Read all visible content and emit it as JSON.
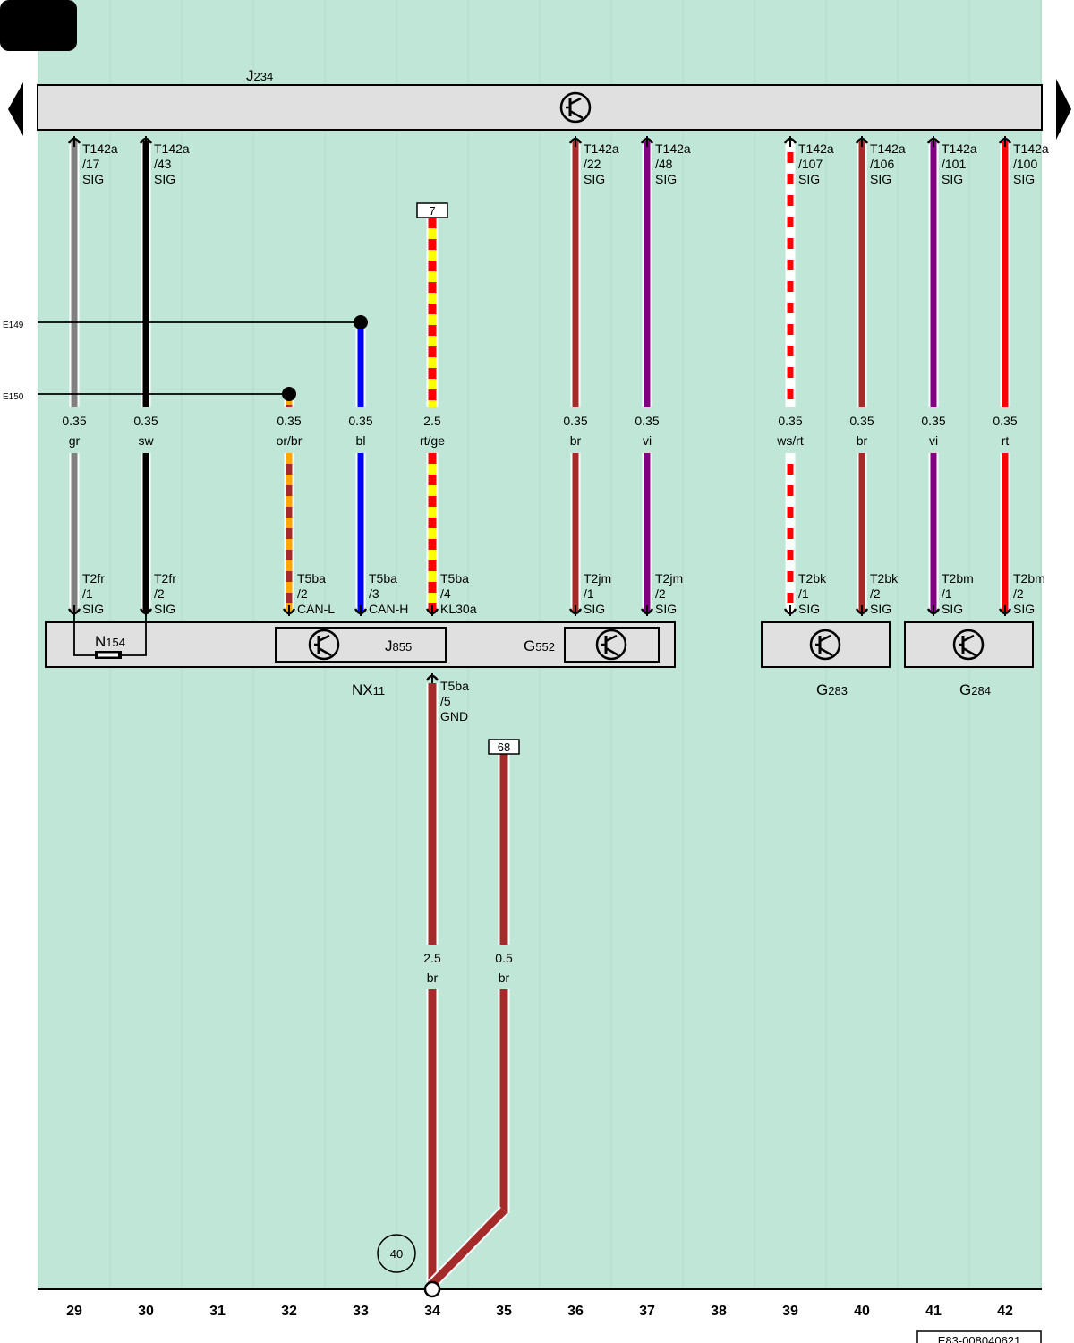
{
  "components": [
    {
      "id": "J234",
      "letter": "J",
      "num": "234"
    },
    {
      "id": "NX11",
      "letter": "NX",
      "num": "11"
    },
    {
      "id": "N154",
      "letter": "N",
      "num": "154"
    },
    {
      "id": "J855",
      "letter": "J",
      "num": "855"
    },
    {
      "id": "G552",
      "letter": "G",
      "num": "552"
    },
    {
      "id": "G283",
      "letter": "G",
      "num": "283"
    },
    {
      "id": "G284",
      "letter": "G",
      "num": "284"
    }
  ],
  "wires": [
    {
      "column": "29",
      "top": [
        "T142a",
        "/17",
        "SIG"
      ],
      "size": "0.35",
      "color": "gr",
      "colors": [
        "#808080"
      ],
      "bottom": [
        "T2fr",
        "/1",
        "SIG"
      ]
    },
    {
      "column": "30",
      "top": [
        "T142a",
        "/43",
        "SIG"
      ],
      "size": "0.35",
      "color": "sw",
      "colors": [
        "#000000"
      ],
      "bottom": [
        "T2fr",
        "/2",
        "SIG"
      ]
    },
    {
      "column": "32",
      "top": [],
      "size": "0.35",
      "color": "or/br",
      "colors": [
        "#ffa500",
        "#a52a2a"
      ],
      "bottom": [
        "T5ba",
        "/2",
        "CAN-L"
      ]
    },
    {
      "column": "33",
      "top": [],
      "size": "0.35",
      "color": "bl",
      "colors": [
        "#0000ff"
      ],
      "bottom": [
        "T5ba",
        "/3",
        "CAN-H"
      ]
    },
    {
      "column": "34",
      "top": [],
      "size": "2.5",
      "color": "rt/ge",
      "colors": [
        "#ff0000",
        "#ffff00"
      ],
      "bottom": [
        "T5ba",
        "/4",
        "KL30a"
      ]
    },
    {
      "column": "36",
      "top": [
        "T142a",
        "/22",
        "SIG"
      ],
      "size": "0.35",
      "color": "br",
      "colors": [
        "#a52a2a"
      ],
      "bottom": [
        "T2jm",
        "/1",
        "SIG"
      ]
    },
    {
      "column": "37",
      "top": [
        "T142a",
        "/48",
        "SIG"
      ],
      "size": "0.35",
      "color": "vi",
      "colors": [
        "#800080"
      ],
      "bottom": [
        "T2jm",
        "/2",
        "SIG"
      ]
    },
    {
      "column": "39",
      "top": [
        "T142a",
        "/107",
        "SIG"
      ],
      "size": "0.35",
      "color": "ws/rt",
      "colors": [
        "#ffffff",
        "#ff0000"
      ],
      "bottom": [
        "T2bk",
        "/1",
        "SIG"
      ]
    },
    {
      "column": "40",
      "top": [
        "T142a",
        "/106",
        "SIG"
      ],
      "size": "0.35",
      "color": "br",
      "colors": [
        "#a52a2a"
      ],
      "bottom": [
        "T2bk",
        "/2",
        "SIG"
      ]
    },
    {
      "column": "41",
      "top": [
        "T142a",
        "/101",
        "SIG"
      ],
      "size": "0.35",
      "color": "vi",
      "colors": [
        "#800080"
      ],
      "bottom": [
        "T2bm",
        "/1",
        "SIG"
      ]
    },
    {
      "column": "42",
      "top": [
        "T142a",
        "/100",
        "SIG"
      ],
      "size": "0.35",
      "color": "rt",
      "colors": [
        "#ff0000"
      ],
      "bottom": [
        "T2bm",
        "/2",
        "SIG"
      ]
    }
  ],
  "ground_wires": [
    {
      "column": "34",
      "top": [
        "T5ba",
        "/5",
        "GND"
      ],
      "size": "2.5",
      "color": "br",
      "colors": [
        "#a52a2a"
      ]
    },
    {
      "column": "35",
      "size": "0.5",
      "color": "br",
      "colors": [
        "#a52a2a"
      ]
    }
  ],
  "references": {
    "left": [
      "E149",
      "E150"
    ],
    "ref_top_34": "7",
    "ref_top_35": "68",
    "ground_point": "40"
  },
  "column_numbers": [
    "29",
    "30",
    "31",
    "32",
    "33",
    "34",
    "35",
    "36",
    "37",
    "38",
    "39",
    "40",
    "41",
    "42"
  ],
  "doc_id": "E83-008040621",
  "colors": {
    "background": "#c0e6d8",
    "component_fill": "#e0e0e0",
    "gridline": "#b4dcc9"
  }
}
